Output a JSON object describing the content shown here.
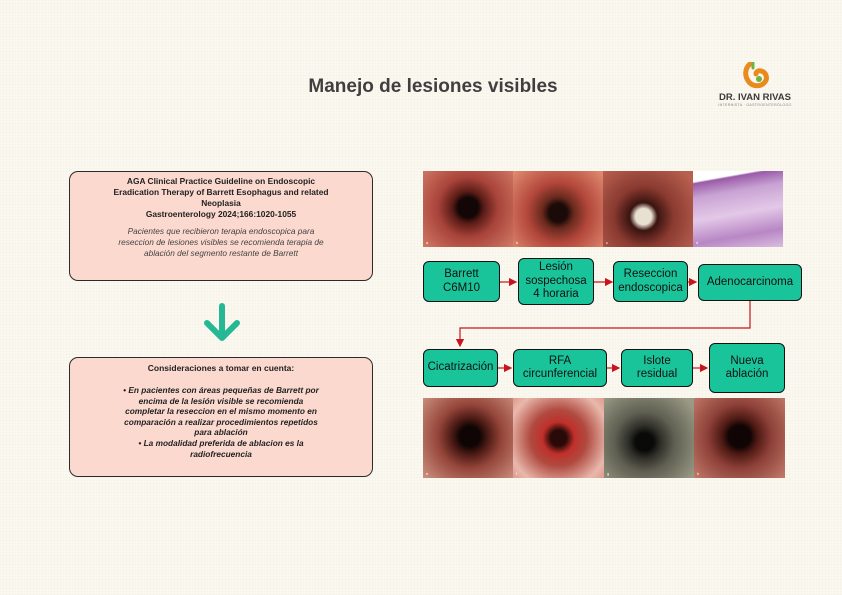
{
  "title": "Manejo de lesiones visibles",
  "logo": {
    "name": "DR. IVAN RIVAS",
    "subtitle": "INTERNISTA · GASTROENTERÓLOGO"
  },
  "guideline": {
    "lines": [
      "AGA Clinical Practice Guideline on Endoscopic",
      "Eradication Therapy of Barrett Esophagus and related",
      "Neoplasia",
      "Gastroenterology 2024;166:1020-1055"
    ],
    "recommendation_lines": [
      "Pacientes que recibieron terapia endoscopica para",
      "reseccion de lesiones visibles se recomienda terapia de",
      "ablación del segmento restante de Barrett"
    ]
  },
  "considerations": {
    "title": "Consideraciones a tomar en cuenta:",
    "bullet1": [
      "• En pacientes  con áreas pequeñas de Barrett por",
      "encima de la lesión visible se recomienda",
      "completar la reseccion en el mismo momento en",
      "comparación a realizar  procedimientos repetidos",
      "para ablación"
    ],
    "bullet2": [
      "• La modalidad preferida de ablacion es la",
      "radiofrecuencia"
    ]
  },
  "flow_row1": [
    {
      "id": "barrett",
      "lines": [
        "Barrett",
        "C6M10"
      ]
    },
    {
      "id": "lesion",
      "lines": [
        "Lesión",
        "sospechosa",
        "4 horaria"
      ]
    },
    {
      "id": "reseccion",
      "lines": [
        "Reseccion",
        "endoscopica"
      ]
    },
    {
      "id": "adenocarcinoma",
      "lines": [
        "Adenocarcinoma"
      ]
    }
  ],
  "flow_row2": [
    {
      "id": "cicatrizacion",
      "lines": [
        "Cicatrización"
      ]
    },
    {
      "id": "rfa",
      "lines": [
        "RFA",
        "circunferencial"
      ]
    },
    {
      "id": "islote",
      "lines": [
        "Islote",
        "residual"
      ]
    },
    {
      "id": "nueva",
      "lines": [
        "Nueva",
        "ablación"
      ]
    }
  ],
  "photos_top": [
    {
      "label": "a",
      "color": "#a8433a"
    },
    {
      "label": "b",
      "color": "#b2463a"
    },
    {
      "label": "c",
      "color": "#8a3a30"
    },
    {
      "label": "d",
      "color": "#c9a3d3"
    }
  ],
  "photos_bottom": [
    {
      "label": "e",
      "color": "#95453a"
    },
    {
      "label": "f",
      "color": "#b04a40"
    },
    {
      "label": "g",
      "color": "#5f5f52"
    },
    {
      "label": "h",
      "color": "#8d4038"
    }
  ],
  "colors": {
    "node": "#19c49b",
    "arrow": "#c8141c",
    "box": "#fbd9cf",
    "down_arrow": "#25b894"
  }
}
